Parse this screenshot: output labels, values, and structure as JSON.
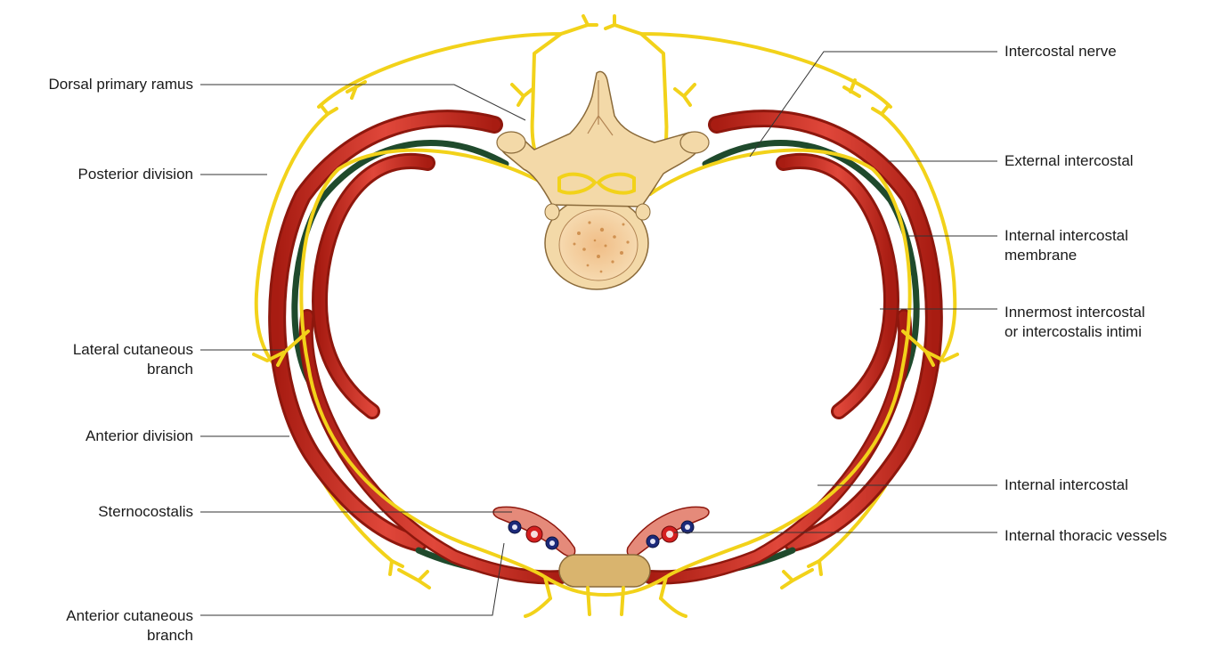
{
  "labels": {
    "left": {
      "dorsal_primary_ramus": "Dorsal primary ramus",
      "posterior_division": "Posterior division",
      "lateral_cutaneous_branch_1": "Lateral cutaneous",
      "lateral_cutaneous_branch_2": "branch",
      "anterior_division": "Anterior division",
      "sternocostalis": "Sternocostalis",
      "anterior_cutaneous_branch_1": "Anterior cutaneous",
      "anterior_cutaneous_branch_2": "branch"
    },
    "right": {
      "intercostal_nerve": "Intercostal nerve",
      "external_intercostal": "External intercostal",
      "internal_intercostal_membrane_1": "Internal intercostal",
      "internal_intercostal_membrane_2": "membrane",
      "innermost_intercostal_1": "Innermost intercostal",
      "innermost_intercostal_2": "or intercostalis intimi",
      "internal_intercostal": "Internal intercostal",
      "internal_thoracic_vessels": "Internal thoracic vessels"
    }
  },
  "colors": {
    "nerve": "#f2d21a",
    "muscle": "#c8281a",
    "membrane": "#1f4a2c",
    "bone": "#f3d9a8",
    "artery": "#d41f1f",
    "vein": "#1c2a7a",
    "leader": "#333333"
  }
}
